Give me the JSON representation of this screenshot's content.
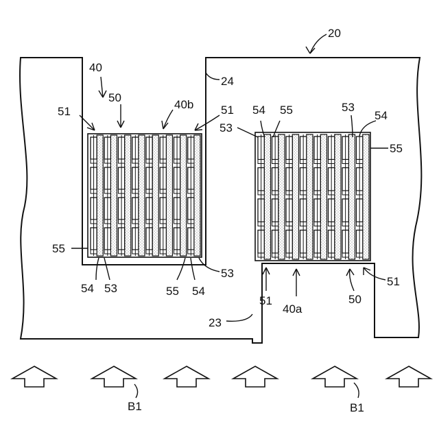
{
  "labels": {
    "sheet": "20",
    "inner_edge_top": "24",
    "inner_edge_bottom": "23",
    "assembly": "40",
    "arr_a": "40a",
    "arr_b": "40b",
    "n50": "50",
    "n51": "51",
    "n53": "53",
    "n54": "54",
    "n55": "55",
    "flow": "B1"
  }
}
